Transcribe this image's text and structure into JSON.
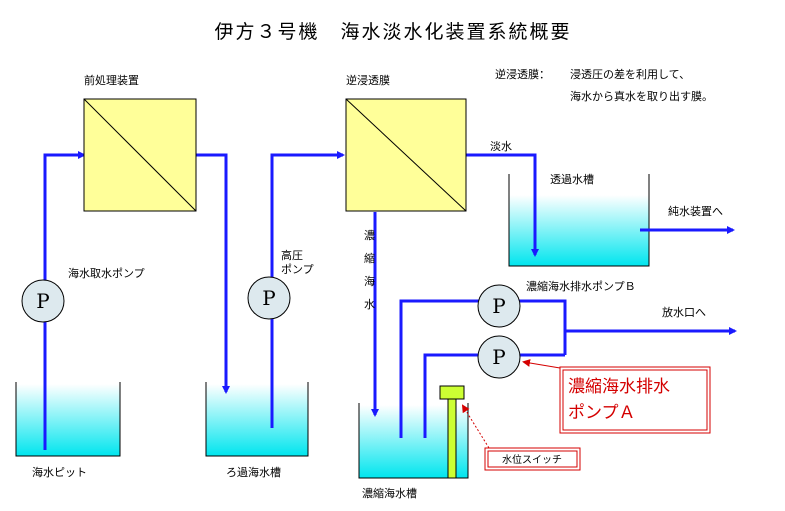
{
  "title": "伊方３号機　海水淡水化装置系統概要",
  "note": {
    "heading": "逆浸透膜：",
    "line1": "浸透圧の差を利用して、",
    "line2": "海水から真水を取り出す膜。"
  },
  "labels": {
    "pretreatment": "前処理装置",
    "ro_membrane": "逆浸透膜",
    "fresh_water": "淡水",
    "permeate_tank": "透過水槽",
    "to_pure_water": "純水装置へ",
    "intake_pump": "海水取水ポンプ",
    "hp_pump_1": "高圧",
    "hp_pump_2": "ポンプ",
    "brine_v": [
      "濃",
      "縮",
      "海",
      "水"
    ],
    "brine_pump_b": "濃縮海水排水ポンプＢ",
    "to_outlet": "放水口へ",
    "pit": "海水ピット",
    "filtered_tank": "ろ過海水槽",
    "brine_tank": "濃縮海水槽"
  },
  "callouts": {
    "pump_a_line1": "濃縮海水排水",
    "pump_a_line2": "ポンプＡ",
    "level_switch": "水位スイッチ"
  },
  "pump_symbol": "P",
  "colors": {
    "pipe": "#1a1aff",
    "unit_fill": "#ffff99",
    "pump_fill": "#dde9ee",
    "water_top": "#ffffff",
    "water_bottom": "#00e5ee",
    "callout_red": "#d40000",
    "switch_fill": "#ccff33"
  }
}
